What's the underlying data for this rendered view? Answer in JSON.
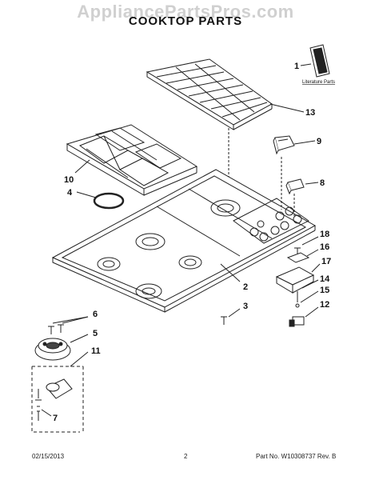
{
  "watermark": "AppliancePartsPros.com",
  "title": "COOKTOP PARTS",
  "literature_label": "Literature Parts",
  "callouts": {
    "c1": "1",
    "c13": "13",
    "c9": "9",
    "c8": "8",
    "c10": "10",
    "c4": "4",
    "c18": "18",
    "c16": "16",
    "c17": "17",
    "c14": "14",
    "c15": "15",
    "c12": "12",
    "c2": "2",
    "c3": "3",
    "c6": "6",
    "c5": "5",
    "c11": "11",
    "c7": "7"
  },
  "footer": {
    "date": "02/15/2013",
    "page": "2",
    "part_no": "Part No.  W10308737  Rev. B"
  }
}
